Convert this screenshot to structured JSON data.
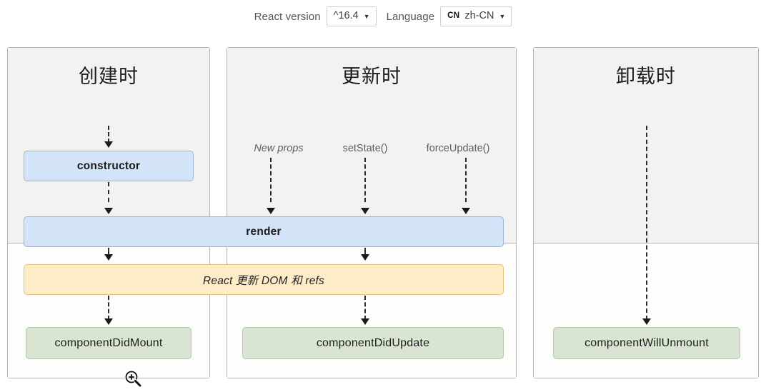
{
  "toolbar": {
    "react_version_label": "React version",
    "react_version_value": "^16.4",
    "language_label": "Language",
    "language_badge": "CN",
    "language_value": "zh-CN",
    "caret_glyph": "▼"
  },
  "panels": [
    {
      "key": "mount",
      "title": "创建时"
    },
    {
      "key": "update",
      "title": "更新时"
    },
    {
      "key": "unmount",
      "title": "卸载时"
    }
  ],
  "boxes": {
    "constructor": "constructor",
    "render": "render",
    "react_updates": "React 更新 DOM 和 refs",
    "component_did_mount": "componentDidMount",
    "component_did_update": "componentDidUpdate",
    "component_will_unmount": "componentWillUnmount"
  },
  "triggers": {
    "new_props": "New props",
    "set_state": "setState()",
    "force_update": "forceUpdate()"
  },
  "colors": {
    "blue_fill": "#d4e4f8",
    "blue_border": "#9bb6d6",
    "orange_fill": "#fdecc8",
    "orange_border": "#e3c37f",
    "green_fill": "#d9e5d2",
    "green_border": "#b4c9ab",
    "panel_top_bg": "#f2f2f0",
    "panel_bottom_bg": "#fdfdfc",
    "panel_border": "#b4b4b4"
  },
  "cursor": {
    "icon": "zoom-in-magnifier"
  }
}
